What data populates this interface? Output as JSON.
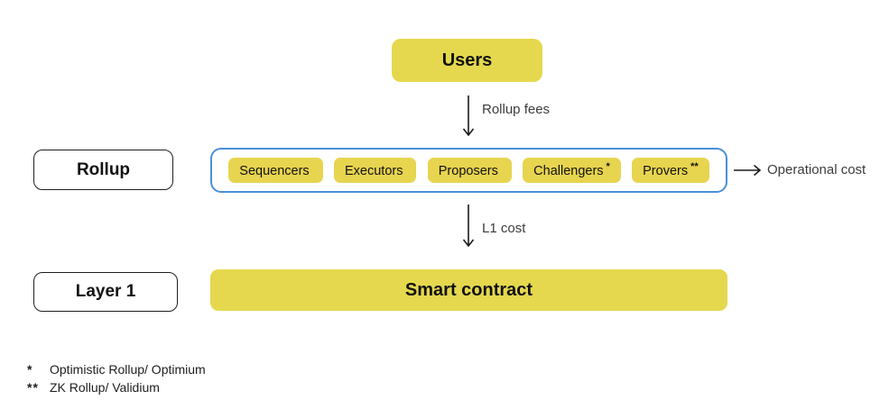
{
  "diagram": {
    "users_label": "Users",
    "rollup_fees_label": "Rollup fees",
    "rollup_label": "Rollup",
    "rollup_components": [
      {
        "label": "Sequencers",
        "footnote": ""
      },
      {
        "label": "Executors",
        "footnote": ""
      },
      {
        "label": "Proposers",
        "footnote": ""
      },
      {
        "label": "Challengers",
        "footnote": "*"
      },
      {
        "label": "Provers",
        "footnote": "**"
      }
    ],
    "operational_cost_label": "Operational cost",
    "l1_cost_label": "L1 cost",
    "layer1_label": "Layer 1",
    "smart_contract_label": "Smart contract",
    "footnotes": [
      {
        "marker": "*",
        "text": "Optimistic Rollup/ Optimium"
      },
      {
        "marker": "**",
        "text": "ZK Rollup/ Validium"
      }
    ],
    "colors": {
      "node_yellow": "#e5d84e",
      "pill_yellow": "#e7d44f",
      "container_blue": "#4a90d9",
      "text_black": "#111111",
      "background": "#ffffff"
    }
  }
}
